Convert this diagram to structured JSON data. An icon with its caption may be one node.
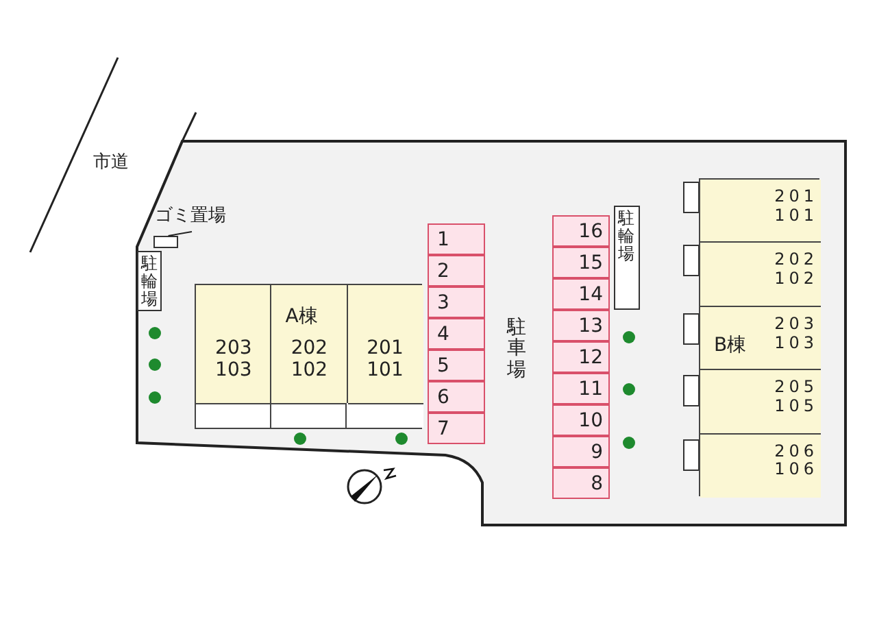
{
  "diagram": {
    "nodes": [
      {
        "text": [
          "ゴミ置場"
        ]
      },
      {
        "text": [],
        "shape": "box"
      },
      {
        "text": [
          "駐輪場"
        ]
      },
      {
        "text": [],
        "shape": "box"
      },
      {
        "text": [
          "203 103"
        ],
        "in": 3
      },
      {
        "text": [
          "A棟",
          "202 102"
        ],
        "in": 3
      },
      {
        "text": [
          "201 101"
        ],
        "in": 3
      },
      {
        "text": [
          "1"
        ]
      },
      {
        "text": [
          "2"
        ]
      },
      {
        "text": [
          "3"
        ]
      },
      {
        "text": [
          "4"
        ]
      },
      {
        "text": [
          "5"
        ]
      },
      {
        "text": [
          "6"
        ]
      },
      {
        "text": [
          "7"
        ]
      },
      {
        "text": [
          "16"
        ]
      },
      {
        "text": [
          "15"
        ]
      },
      {
        "text": [
          "14"
        ]
      },
      {
        "text": [
          "13"
        ]
      },
      {
        "text": [
          "12"
        ]
      },
      {
        "text": [
          "11"
        ]
      },
      {
        "text": [
          "10"
        ]
      },
      {
        "text": [
          "9"
        ]
      },
      {
        "text": [
          "8"
        ]
      },
      {
        "text": [
          "駐輪場"
        ]
      },
      {
        "text": [],
        "shape": "box"
      },
      {
        "text": [
          "201 101"
        ],
        "in": 24
      },
      {
        "text": [
          "202 102"
        ],
        "in": 24
      },
      {
        "text": [
          "B棟",
          "203 103"
        ],
        "in": 24
      },
      {
        "text": [
          "205 105"
        ],
        "in": 24
      },
      {
        "text": [
          "206 106"
        ],
        "in": 24
      }
    ],
    "edges": [
      {
        "from": 0,
        "to": 1,
        "arrow": "none"
      }
    ],
    "labels": [
      "市道",
      "駐車場"
    ]
  }
}
